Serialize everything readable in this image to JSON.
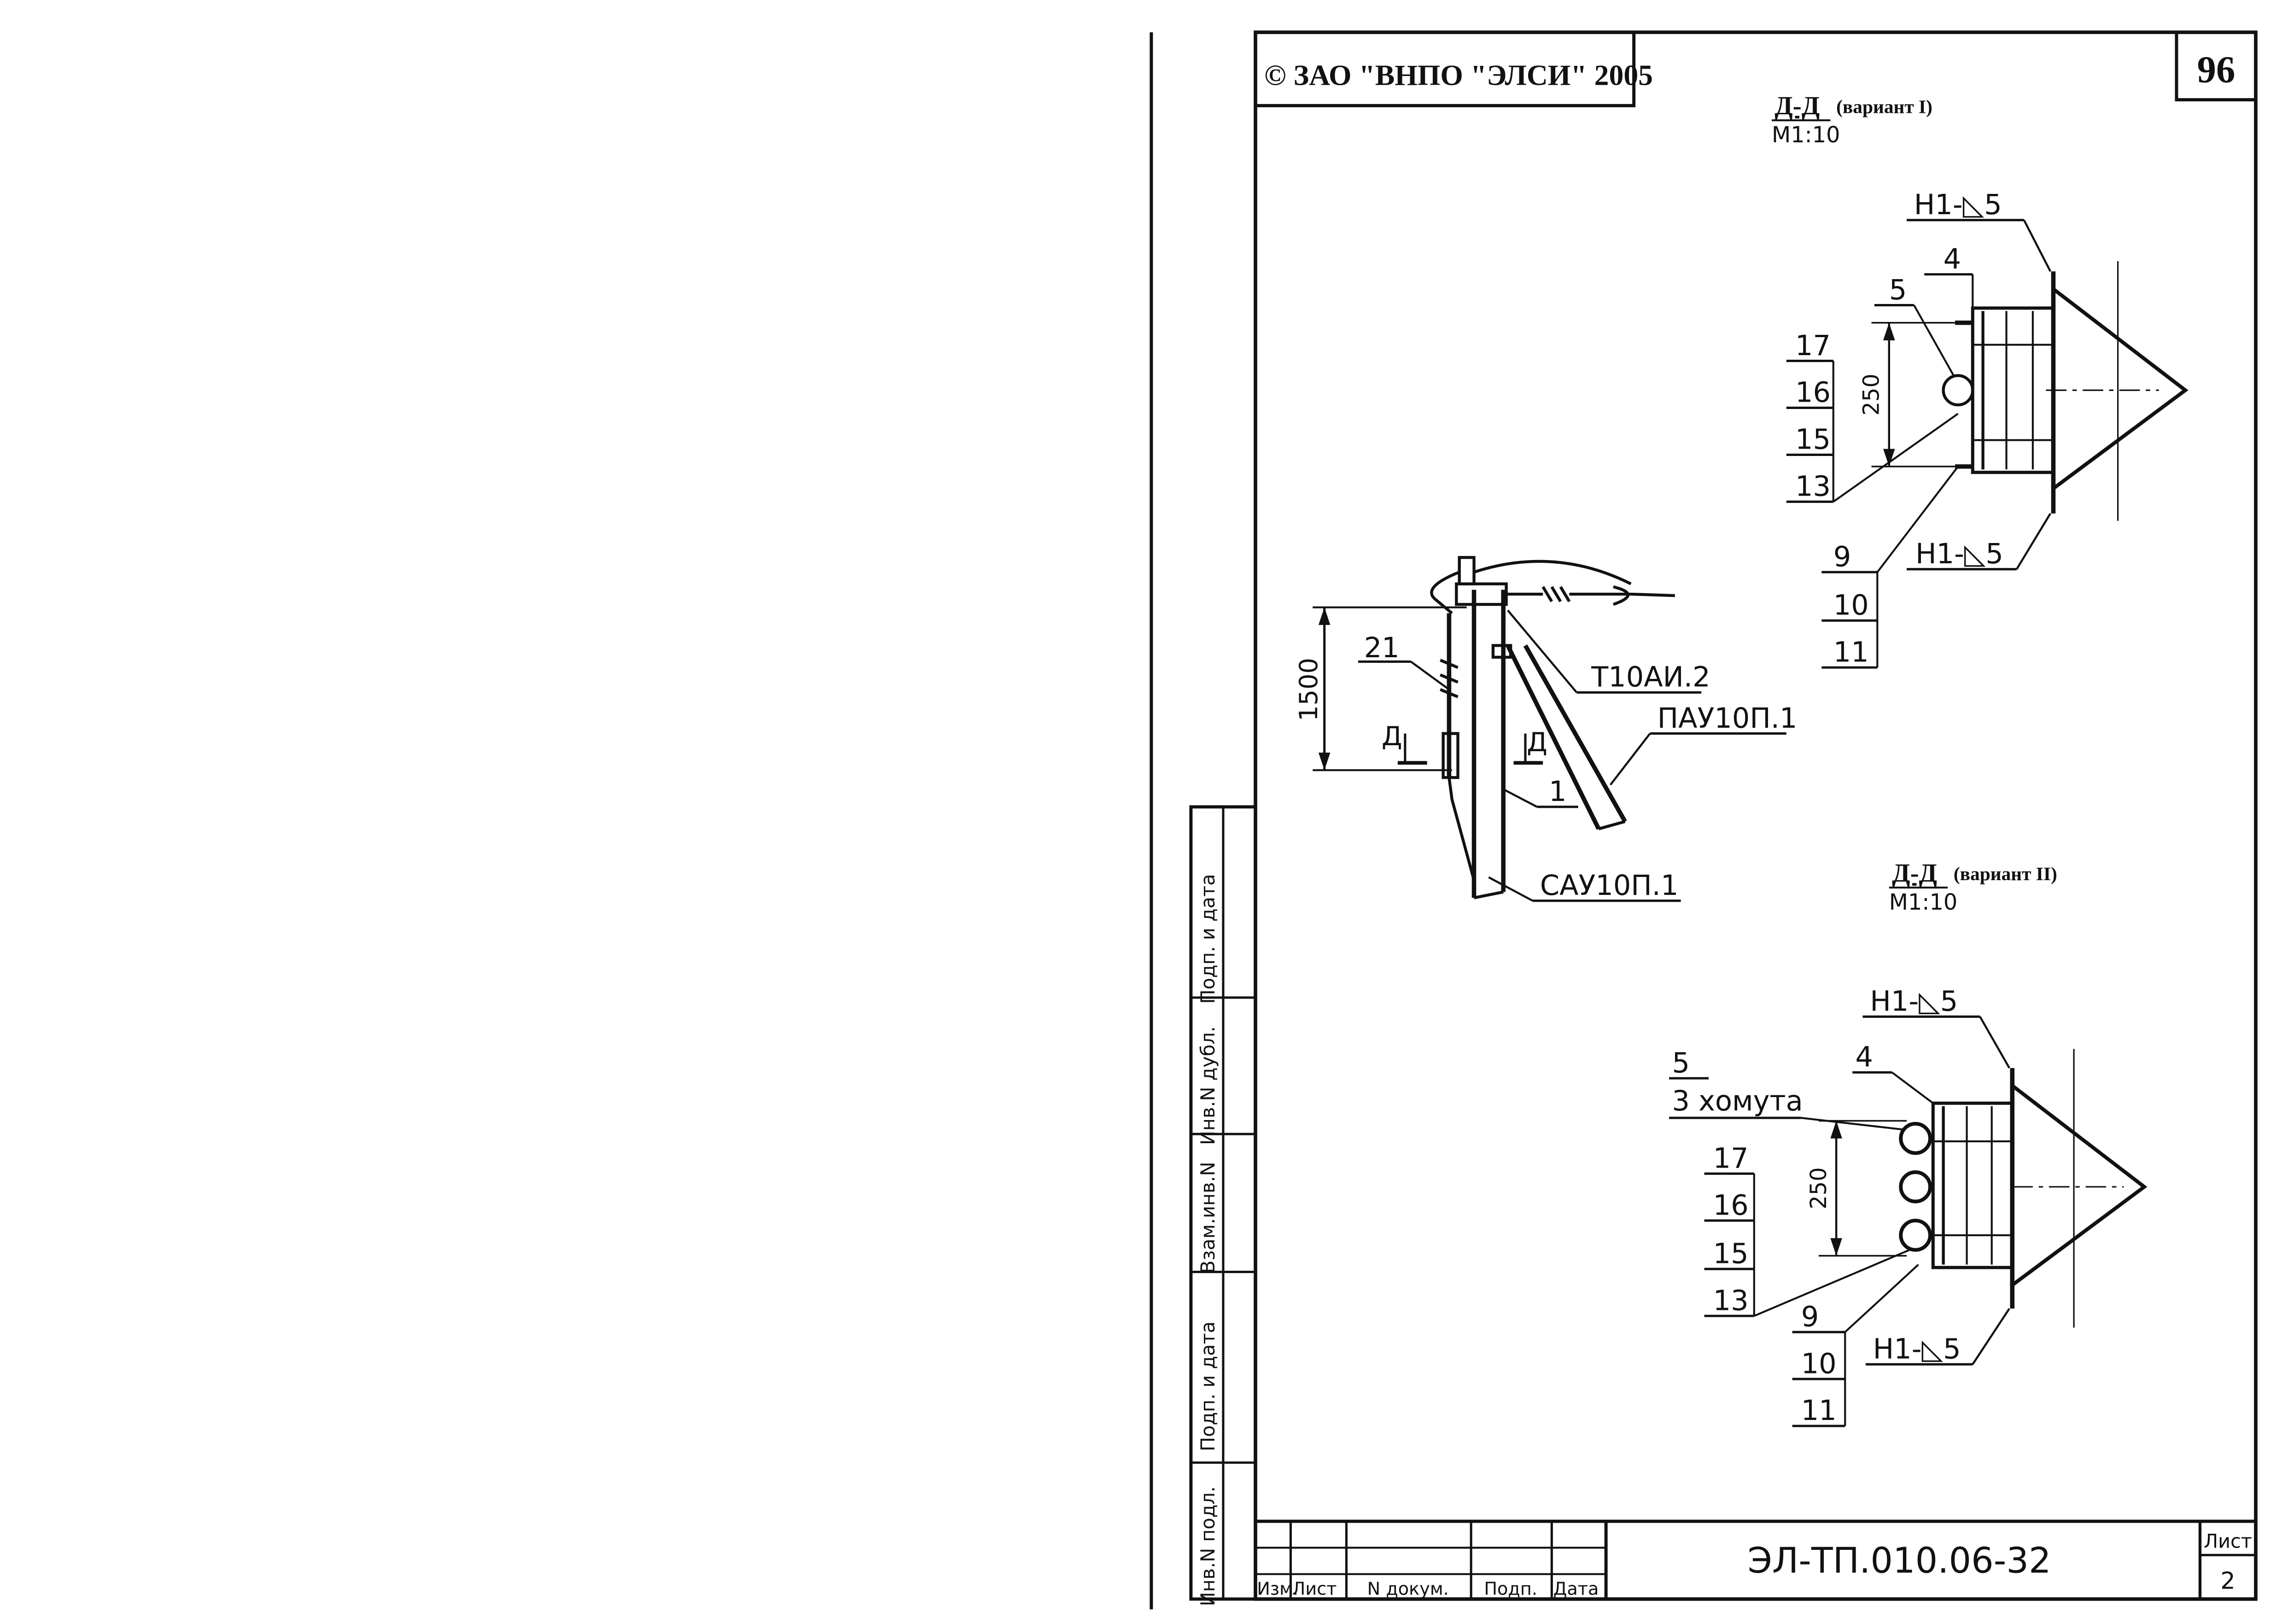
{
  "header": {
    "copyright": "© ЗАО \"ВНПО \"ЭЛСИ\" 2005",
    "page_number": "96"
  },
  "side_view": {
    "dim_height": "1500",
    "callouts": {
      "c21": "21",
      "c1": "1",
      "t10": "Т10АИ.2",
      "pau": "ПАУ10П.1",
      "sau": "САУ10П.1"
    },
    "section_marks": {
      "left": "Д",
      "right": "Д"
    }
  },
  "section1": {
    "title": "Д-Д",
    "variant": "(вариант I)",
    "scale": "М1:10",
    "weld_top": "Н1-◺5",
    "weld_bottom": "Н1-◺5",
    "dim_250": "250",
    "labels": [
      "4",
      "5",
      "17",
      "16",
      "15",
      "13",
      "9",
      "10",
      "11"
    ]
  },
  "section2": {
    "title": "Д-Д",
    "variant": "(вариант II)",
    "scale": "М1:10",
    "weld_top": "Н1-◺5",
    "weld_bottom": "Н1-◺5",
    "dim_250": "250",
    "clamps": "3 хомута",
    "labels": [
      "5",
      "4",
      "17",
      "16",
      "15",
      "13",
      "9",
      "10",
      "11"
    ]
  },
  "side_stamp": [
    "Подп. и дата",
    "Инв.N дубл.",
    "Взам.инв.N",
    "Подп. и дата",
    "Инв.N подл."
  ],
  "title_block": {
    "doc_code": "ЭЛ-ТП.010.06-32",
    "col_izm": "Изм.",
    "col_list": "Лист",
    "col_ndoc": "N докум.",
    "col_podp": "Подп.",
    "col_data": "Дата",
    "sheet_label": "Лист",
    "sheet_number": "2"
  }
}
